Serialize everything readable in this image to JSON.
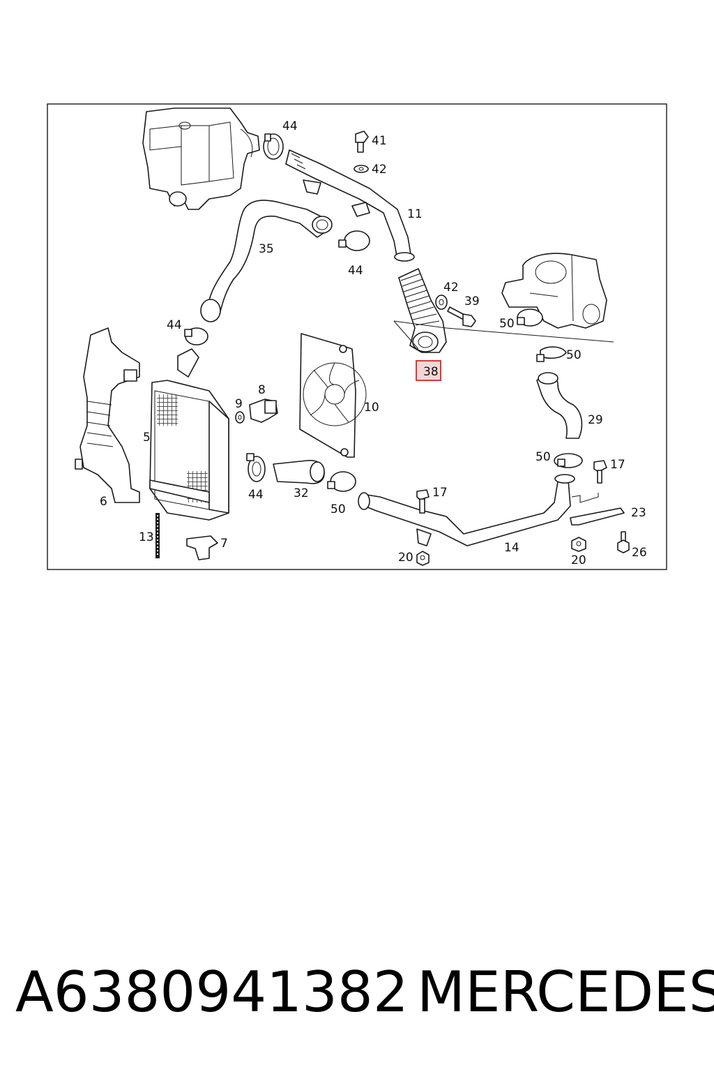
{
  "diagram": {
    "labels": {
      "l44a": "44",
      "l41": "41",
      "l42a": "42",
      "l11": "11",
      "l35": "35",
      "l44b": "44",
      "l42b": "42",
      "l39": "39",
      "l50a": "50",
      "l44c": "44",
      "l50b": "50",
      "l38": "38",
      "l8": "8",
      "l9": "9",
      "l10": "10",
      "l29": "29",
      "l5": "5",
      "l50c": "50",
      "l17a": "17",
      "l6": "6",
      "l44d": "44",
      "l32": "32",
      "l17b": "17",
      "l50d": "50",
      "l23": "23",
      "l13": "13",
      "l7": "7",
      "l14": "14",
      "l20a": "20",
      "l20b": "20",
      "l26": "26"
    },
    "highlight_color": "#d93a3a",
    "highlight_fill": "#f4d6d6"
  },
  "footer": {
    "part_number": "A6380941382",
    "brand": "MERCEDES"
  }
}
